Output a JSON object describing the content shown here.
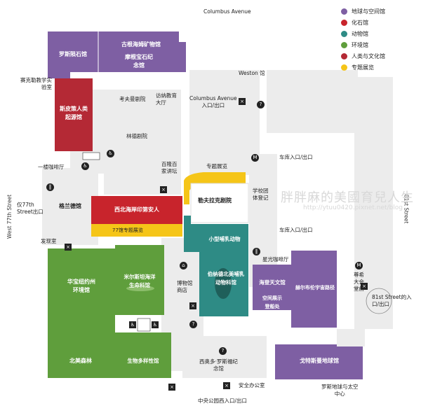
{
  "title": "",
  "streets": {
    "top": "Columbus Avenue",
    "left": "West 77th Street",
    "right": "81st Street"
  },
  "legend": [
    {
      "label": "地球与空间馆",
      "color": "#7e5fa3"
    },
    {
      "label": "化石馆",
      "color": "#c8242c"
    },
    {
      "label": "动物馆",
      "color": "#2e8b85"
    },
    {
      "label": "环境馆",
      "color": "#5f9e3c"
    },
    {
      "label": "人类与文化馆",
      "color": "#b42935"
    },
    {
      "label": "专题展览",
      "color": "#f5c518"
    }
  ],
  "halls": {
    "rose_hall": "罗斯陨石馆",
    "guggenheim_mineral": "古根海姆矿物馆",
    "morgan_gems": "摩根宝石纪\n念馆",
    "spitzer_human": "斯皮策人类\n起源馆",
    "northwest_coast": "西北海岸印第安人",
    "gallery77": "77馆专题展览",
    "grand_gallery": "格兰德馆",
    "ny_environment": "华宝纽约州\n环境馆",
    "milstein_ocean": "米尔斯坦海洋\n生命科馆",
    "north_forest": "北美森林",
    "biodiversity": "生物多样性馆",
    "lefrak": "勒夫拉克剧院",
    "small_mammals": "小型哺乳动物",
    "bernard_na_mammals": "伯纳德北美哺乳\n动物科馆",
    "hayden_sky": "海登天文馆",
    "space_show": "空间展示\n登船处",
    "cullman_universe": "赫尔布伦宇宙路径",
    "gottesman_earth": "戈特斯曼地球馆",
    "special_exhibit": "专题展览"
  },
  "labels": {
    "sackler": "赛克勒教学实\n验室",
    "kaufman": "考夫曼剧院",
    "linder": "林德剧院",
    "education": "访纳教育\n大厅",
    "columbus_entrance": "Columbus Avenue\n入口/出口",
    "weston": "Weston 馆",
    "cafe1": "一楼咖啡厅",
    "restaurant_lecture": "百隆百\n家讲坛",
    "garage": "车库入口/出口",
    "school_group": "学校团\n体登记",
    "garage2": "车库入口/出口",
    "entrance77": "仅77th\nStreet出口",
    "discovery": "发现室",
    "starlight_cafe": "星光咖啡厅",
    "museum_shop": "博物馆\n商店",
    "hall_of_universe": "尊希\n大会\n堂前",
    "entrance81": "81st Street的入\n口/出口",
    "roosevelt": "西奥多·罗斯福纪\n念馆",
    "security": "安全办公室",
    "central_park": "中央公园西入口/出口",
    "rose_center": "罗斯地球与太空\n中心"
  },
  "watermark": {
    "cn": "胖胖麻的美國育兒人生",
    "url": "http://ytuu0420.pixnet.net/blog"
  }
}
